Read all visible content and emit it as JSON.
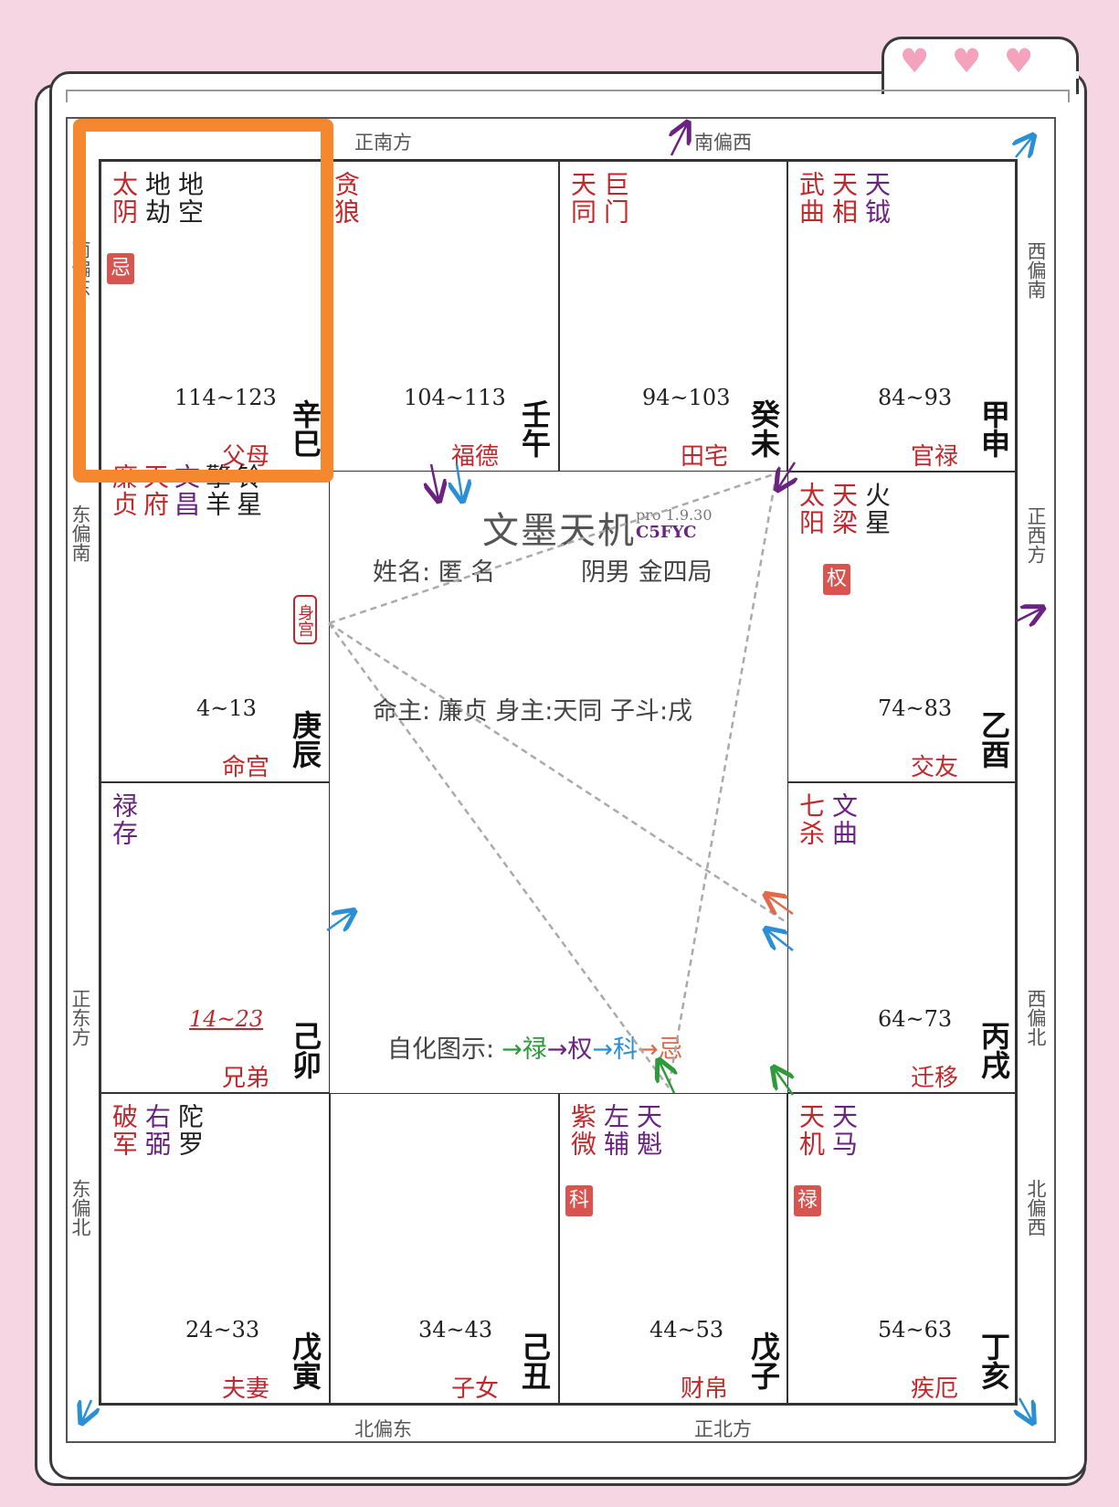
{
  "app": {
    "title": "文墨天机",
    "version": "pro 1.9.30",
    "code": "C5FYC"
  },
  "decor": {
    "hearts": [
      "heart-icon",
      "heart-icon",
      "heart-icon"
    ]
  },
  "profile": {
    "name_line": "姓名: 匿 名",
    "gender_bureau": "阴男 金四局",
    "masters": "命主: 廉贞 身主:天同 子斗:戌"
  },
  "legend": {
    "label": "自化图示:",
    "items": [
      {
        "text": "→禄",
        "color": "#2e9a3a"
      },
      {
        "text": "→权",
        "color": "#6a2380"
      },
      {
        "text": "→科",
        "color": "#2a8fd6"
      },
      {
        "text": "→忌",
        "color": "#e06a4a"
      }
    ]
  },
  "directions": {
    "top_left": "正南方",
    "top_right": "南偏西",
    "left_top": "南偏东",
    "left_mid1": "东偏南",
    "left_mid2": "正东方",
    "left_bottom": "东偏北",
    "right_top": "西偏南",
    "right_mid1": "正西方",
    "right_mid2": "西偏北",
    "right_bottom": "北偏西",
    "bottom_left": "北偏东",
    "bottom_right": "正北方"
  },
  "palaces": [
    {
      "id": "si",
      "stars": [
        {
          "t": "太阴",
          "c": "red"
        },
        {
          "t": "地劫",
          "c": "black"
        },
        {
          "t": "地空",
          "c": "black"
        }
      ],
      "mark": "忌",
      "age": "114~123",
      "palace": "父母",
      "gz": "辛巳"
    },
    {
      "id": "wu",
      "stars": [
        {
          "t": "贪狼",
          "c": "red"
        }
      ],
      "age": "104~113",
      "palace": "福德",
      "gz": "壬午"
    },
    {
      "id": "wei",
      "stars": [
        {
          "t": "天同",
          "c": "red"
        },
        {
          "t": "巨门",
          "c": "red"
        }
      ],
      "age": "94~103",
      "palace": "田宅",
      "gz": "癸未"
    },
    {
      "id": "shen",
      "stars": [
        {
          "t": "武曲",
          "c": "red"
        },
        {
          "t": "天相",
          "c": "red"
        },
        {
          "t": "天钺",
          "c": "purple"
        }
      ],
      "age": "84~93",
      "palace": "官禄",
      "gz": "甲申"
    },
    {
      "id": "chen",
      "stars": [
        {
          "t": "廉贞",
          "c": "red"
        },
        {
          "t": "天府",
          "c": "red"
        },
        {
          "t": "文昌",
          "c": "purple"
        },
        {
          "t": "擎羊",
          "c": "black"
        },
        {
          "t": "铃星",
          "c": "black"
        }
      ],
      "shen_gong": "身宫",
      "age": "4~13",
      "palace": "命宫",
      "gz": "庚辰"
    },
    {
      "id": "you",
      "stars": [
        {
          "t": "太阳",
          "c": "red"
        },
        {
          "t": "天梁",
          "c": "red"
        },
        {
          "t": "火星",
          "c": "black"
        }
      ],
      "mark": "权",
      "age": "74~83",
      "palace": "交友",
      "gz": "乙酉"
    },
    {
      "id": "mao",
      "stars": [
        {
          "t": "禄存",
          "c": "purple"
        }
      ],
      "age": "14~23",
      "palace": "兄弟",
      "gz": "己卯"
    },
    {
      "id": "xu",
      "stars": [
        {
          "t": "七杀",
          "c": "red"
        },
        {
          "t": "文曲",
          "c": "purple"
        }
      ],
      "age": "64~73",
      "palace": "迁移",
      "gz": "丙戌"
    },
    {
      "id": "yin",
      "stars": [
        {
          "t": "破军",
          "c": "red"
        },
        {
          "t": "右弼",
          "c": "purple"
        },
        {
          "t": "陀罗",
          "c": "black"
        }
      ],
      "age": "24~33",
      "palace": "夫妻",
      "gz": "戊寅"
    },
    {
      "id": "chou",
      "stars": [],
      "age": "34~43",
      "palace": "子女",
      "gz": "己丑"
    },
    {
      "id": "zi",
      "stars": [
        {
          "t": "紫微",
          "c": "red"
        },
        {
          "t": "左辅",
          "c": "purple"
        },
        {
          "t": "天魁",
          "c": "purple"
        }
      ],
      "mark": "科",
      "age": "44~53",
      "palace": "财帛",
      "gz": "戊子"
    },
    {
      "id": "hai",
      "stars": [
        {
          "t": "天机",
          "c": "red"
        },
        {
          "t": "天马",
          "c": "purple"
        }
      ],
      "mark": "禄",
      "age": "54~63",
      "palace": "疾厄",
      "gz": "丁亥"
    }
  ]
}
